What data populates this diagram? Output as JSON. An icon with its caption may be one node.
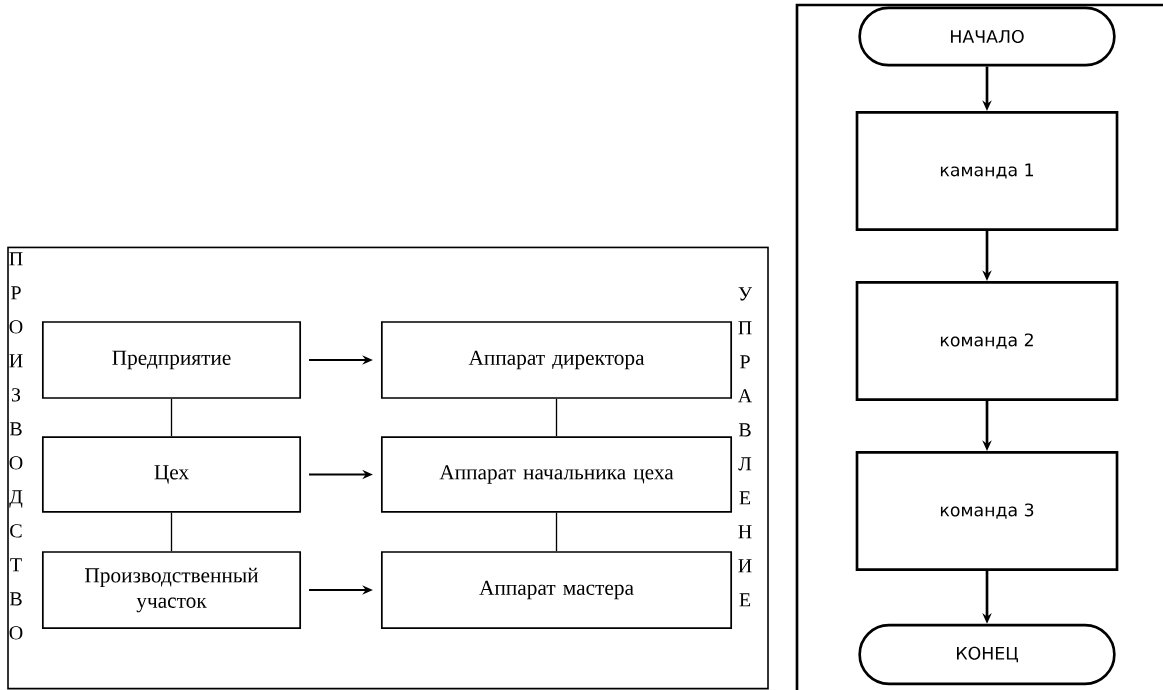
{
  "diagram": {
    "nodes": [
      {
        "text": [
          "ПРОИЗВОДСТВО",
          "УПРАВЛЕНИЕ"
        ]
      },
      {
        "text": [
          "Предприятие"
        ],
        "in": 0
      },
      {
        "text": [
          "Аппарат директора"
        ],
        "in": 0
      },
      {
        "text": [
          "Цех"
        ],
        "in": 0
      },
      {
        "text": [
          "Аппарат начальника цеха"
        ],
        "in": 0
      },
      {
        "text": [
          "Производственный участок"
        ],
        "in": 0
      },
      {
        "text": [
          "Аппарат мастера"
        ],
        "in": 0
      },
      {
        "text": [
          "НАЧАЛО"
        ]
      },
      {
        "text": [
          "каманда 1"
        ]
      },
      {
        "text": [
          "команда 2"
        ]
      },
      {
        "text": [
          "команда 3"
        ]
      },
      {
        "text": [
          "КОНЕЦ"
        ]
      }
    ],
    "edges": [
      {
        "from": 1,
        "to": 2,
        "arrow": "to"
      },
      {
        "from": 3,
        "to": 4,
        "arrow": "to"
      },
      {
        "from": 5,
        "to": 6,
        "arrow": "to"
      },
      {
        "from": 1,
        "to": 3,
        "arrow": "none"
      },
      {
        "from": 3,
        "to": 5,
        "arrow": "none"
      },
      {
        "from": 2,
        "to": 4,
        "arrow": "none"
      },
      {
        "from": 4,
        "to": 6,
        "arrow": "none"
      },
      {
        "from": 7,
        "to": 8,
        "arrow": "to"
      },
      {
        "from": 8,
        "to": 9,
        "arrow": "to"
      },
      {
        "from": 9,
        "to": 10,
        "arrow": "to"
      },
      {
        "from": 10,
        "to": 11,
        "arrow": "to"
      }
    ]
  }
}
